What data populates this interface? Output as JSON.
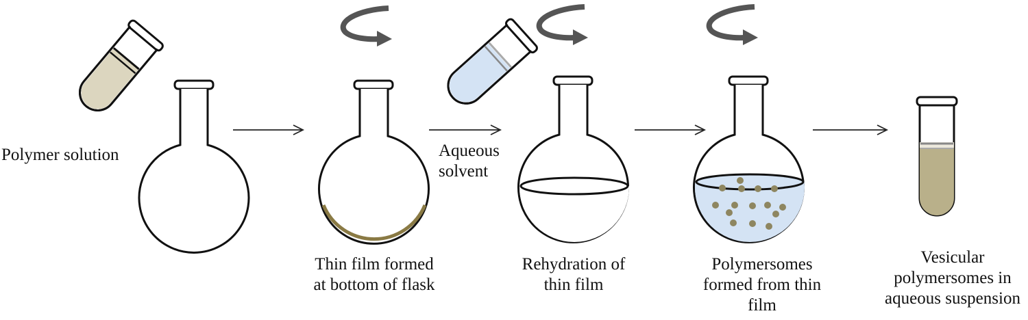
{
  "colors": {
    "outline": "#111111",
    "polymer_solution": "#dcd6bf",
    "film": "#8a7a44",
    "aqueous": "#d4e3f4",
    "vesicle": "#8e8660",
    "suspension": "#b9b08a",
    "rotation_arrow": "#555555",
    "process_arrow": "#222222"
  },
  "icons": {
    "rotation": "rotation-arrow-icon",
    "process": "process-arrow-icon"
  },
  "labels": {
    "polymer_solution": "Polymer solution",
    "aqueous_solvent": [
      "Aqueous",
      "solvent"
    ],
    "thin_film": [
      "Thin film formed",
      "at bottom of flask"
    ],
    "rehydration": [
      "Rehydration of",
      "thin film"
    ],
    "polymersomes": [
      "Polymersomes",
      "formed from thin",
      "film"
    ],
    "vesicular": [
      "Vesicular",
      "polymersomes in",
      "aqueous suspension"
    ]
  }
}
